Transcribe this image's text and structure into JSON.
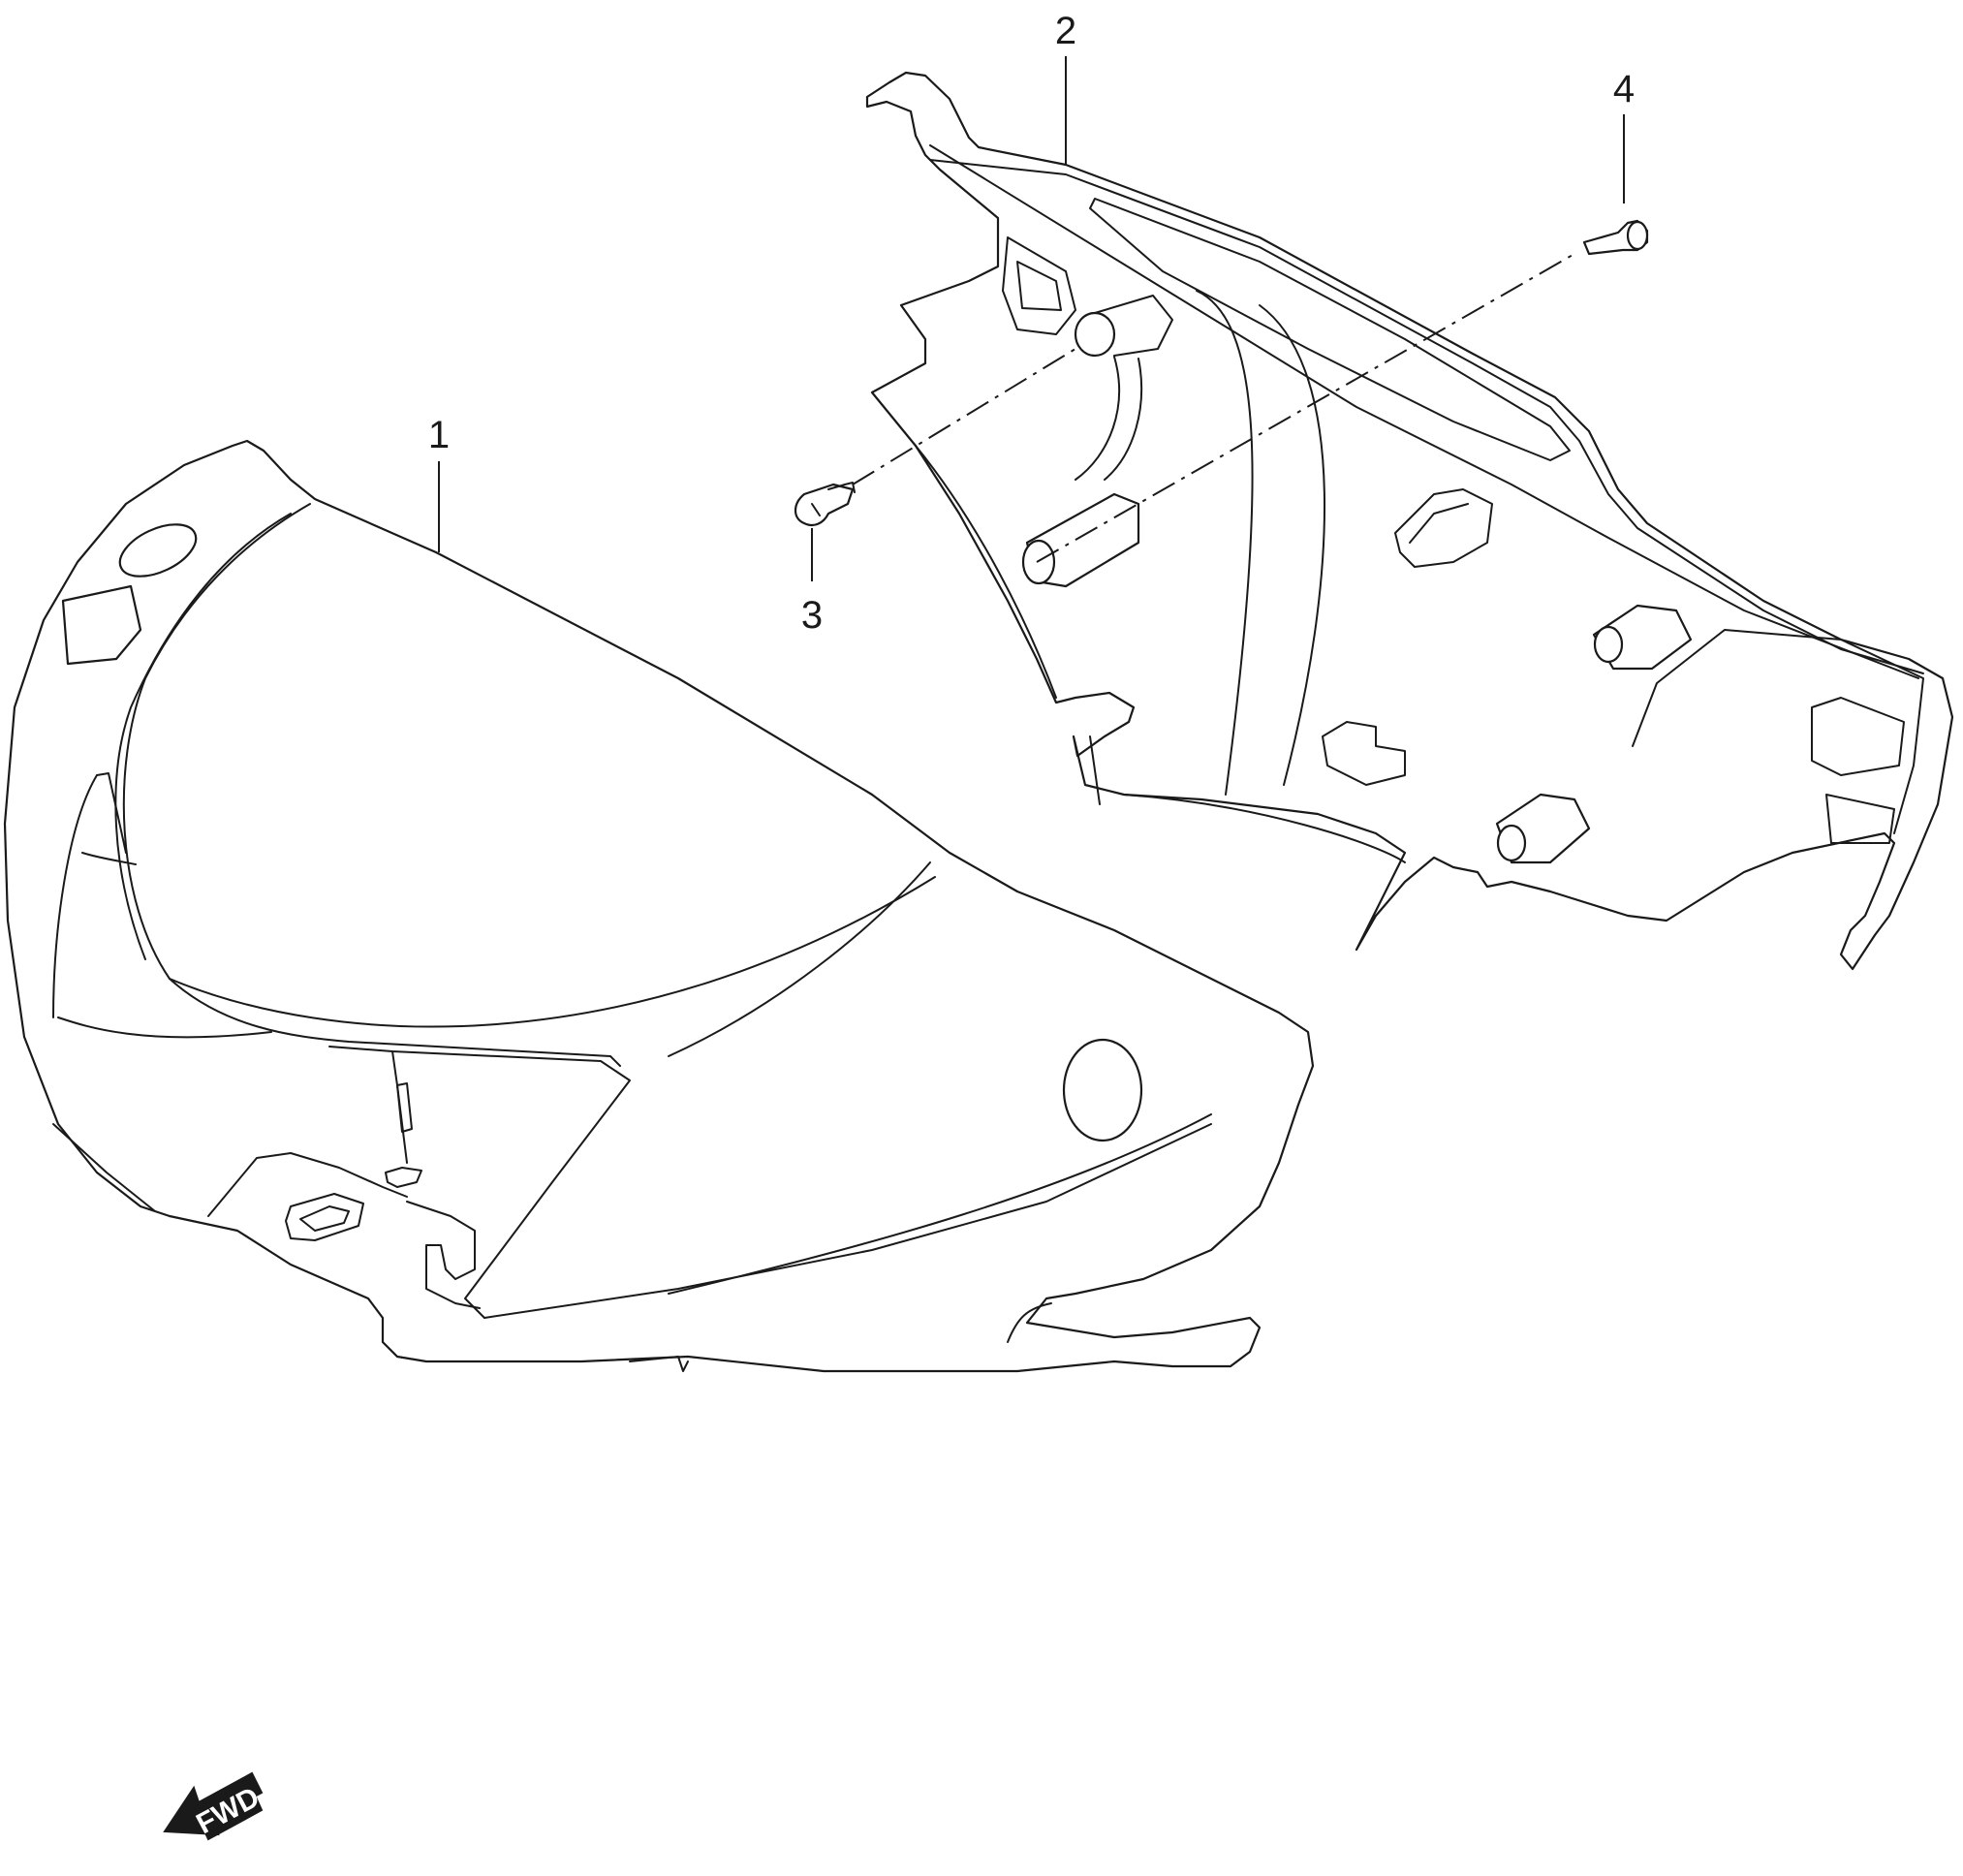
{
  "callouts": [
    {
      "id": "1",
      "label": "1"
    },
    {
      "id": "2",
      "label": "2"
    },
    {
      "id": "3",
      "label": "3"
    },
    {
      "id": "4",
      "label": "4"
    }
  ],
  "fwd_indicator": {
    "label": "FWD",
    "icon": "forward-arrow-icon"
  },
  "colors": {
    "line": "#1a1a1a",
    "background": "#ffffff"
  }
}
